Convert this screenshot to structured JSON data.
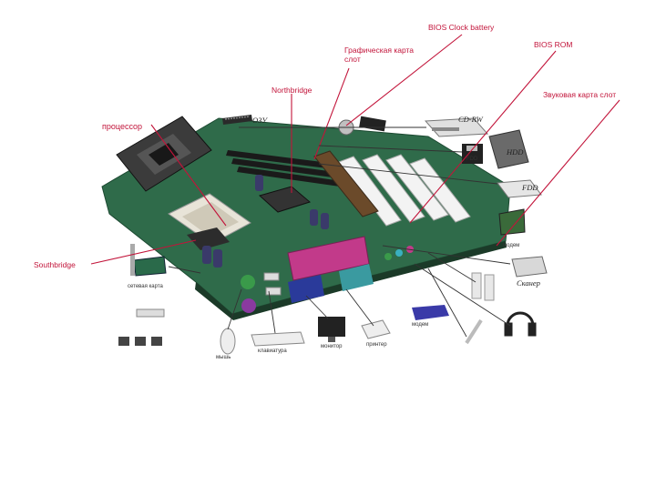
{
  "labels": {
    "bios_battery": "BIOS Clock battery",
    "bios_rom": "BIOS ROM",
    "graphics_slot": "Графическая карта слот",
    "northbridge": "Northbridge",
    "sound_slot": "Звуковая карта слот",
    "cpu": "процессор",
    "southbridge": "Southbridge"
  },
  "devices": {
    "ram": "ОЗУ",
    "cdrw": "CD-RW",
    "hdd": "HDD",
    "fdd": "FDD",
    "fdd_small": "FDD",
    "scanner": "Сканер",
    "network_card": "сетевая карта",
    "modem": "модем",
    "mouse": "мышь",
    "keyboard": "клавиатура",
    "monitor": "монитор",
    "printer": "принтер"
  },
  "colors": {
    "label_text": "#c2143a",
    "leader_line": "#c2143a",
    "board_green": "#2f6b4a",
    "accent_magenta": "#c23a8a"
  }
}
